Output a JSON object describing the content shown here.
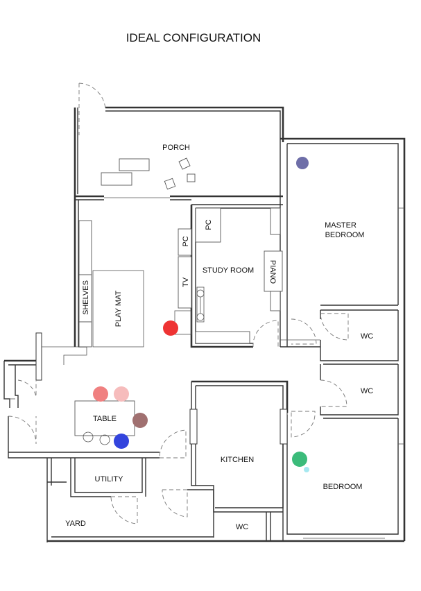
{
  "title": "IDEAL CONFIGURATION",
  "rooms": {
    "porch": "PORCH",
    "master_bedroom_line1": "MASTER",
    "master_bedroom_line2": "BEDROOM",
    "pc_study": "PC",
    "pc_living": "PC",
    "study_room": "STUDY ROOM",
    "piano": "PIANO",
    "tv": "TV",
    "shelves": "SHELVES",
    "play_mat": "PLAY MAT",
    "wc_upper": "WC",
    "wc_middle": "WC",
    "table": "TABLE",
    "kitchen": "KITCHEN",
    "bedroom": "BEDROOM",
    "utility": "UTILITY",
    "yard": "YARD",
    "wc_kitchen": "WC"
  },
  "markers": [
    {
      "name": "marker-master-bedroom",
      "color": "#6e6ea8"
    },
    {
      "name": "marker-play-area",
      "color": "#ee3333"
    },
    {
      "name": "marker-table-pink-1",
      "color": "#f08080"
    },
    {
      "name": "marker-table-pink-2",
      "color": "#f6bcbc"
    },
    {
      "name": "marker-table-brown",
      "color": "#a07070"
    },
    {
      "name": "marker-table-blue",
      "color": "#3344dd"
    },
    {
      "name": "marker-bedroom-green",
      "color": "#3bbb7a"
    },
    {
      "name": "marker-bedroom-cyan",
      "color": "#a6e8f0"
    }
  ]
}
